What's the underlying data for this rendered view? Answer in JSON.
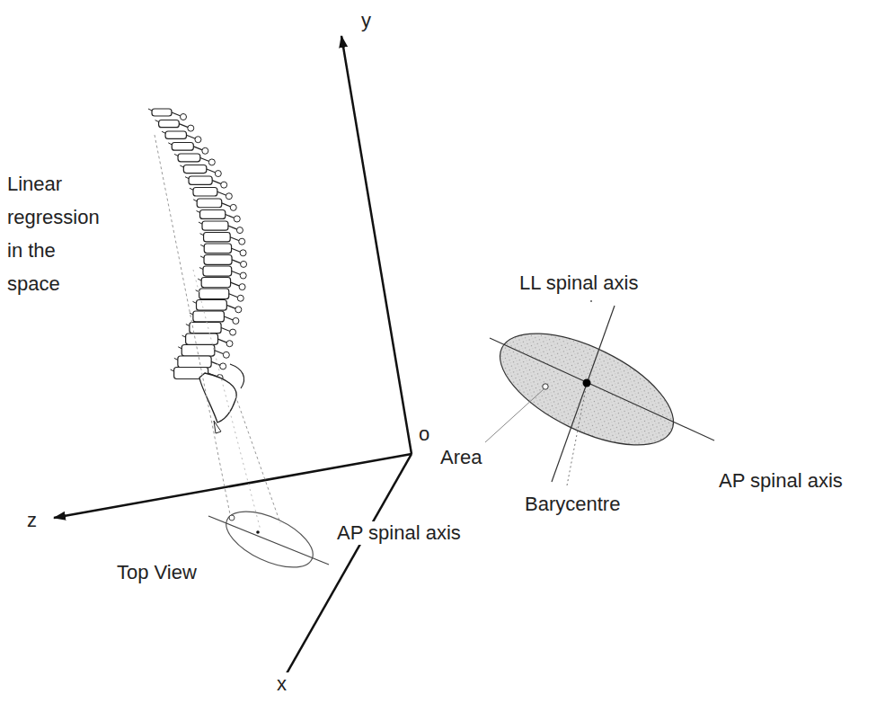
{
  "diagram": {
    "labels": [
      "y",
      "Linear regression in the space",
      "LL spinal axis",
      "o",
      "Area",
      "AP spinal axis",
      "z",
      "Barycentre",
      "Top View",
      "AP spinal axis",
      "x"
    ]
  }
}
